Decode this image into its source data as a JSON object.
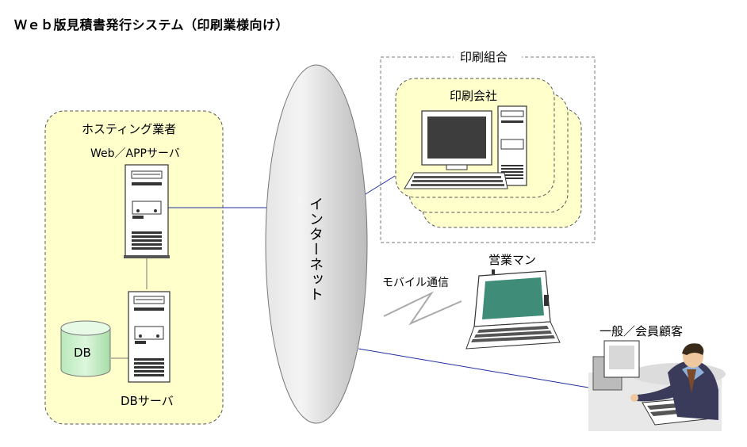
{
  "title": "Ｗｅｂ版見積書発行システム（印刷業様向け）",
  "groups": {
    "hosting": "ホスティング業者",
    "printing_union": "印刷組合",
    "printing_company": "印刷会社"
  },
  "nodes": {
    "web_server": "Web／APPサーバ",
    "db_server": "DBサーバ",
    "db": "DB",
    "internet": "インターネット",
    "mobile": "モバイル通信",
    "sales": "営業マン",
    "customer": "一般／会員顧客"
  },
  "colors": {
    "group_fill": "#ffffcc",
    "monitor_screen": "#3d3d3d",
    "laptop_screen": "#3f8c78",
    "db_fill": "#c8f0c8",
    "link": "#1f2f9f"
  }
}
